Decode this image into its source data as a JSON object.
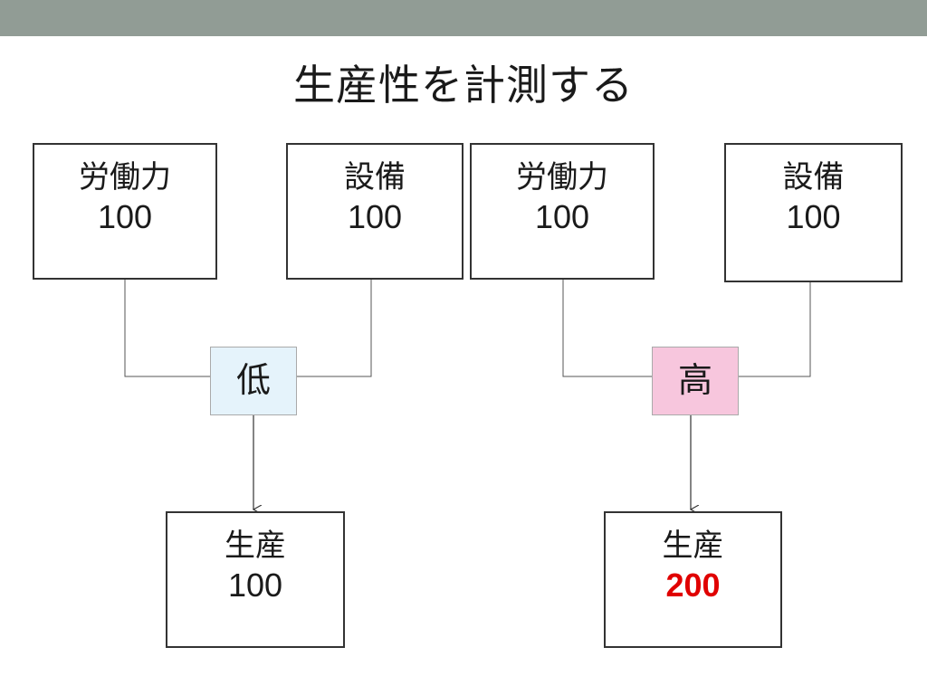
{
  "title": "生産性を計測する",
  "colors": {
    "top_bar": "#919c95",
    "low_fill": "#e5f3fb",
    "high_fill": "#f7c6dd",
    "highlight_value": "#e00000"
  },
  "left": {
    "labor": {
      "label": "労働力",
      "value": "100"
    },
    "equipment": {
      "label": "設備",
      "value": "100"
    },
    "factor": "低",
    "output": {
      "label": "生産",
      "value": "100"
    }
  },
  "right": {
    "labor": {
      "label": "労働力",
      "value": "100"
    },
    "equipment": {
      "label": "設備",
      "value": "100"
    },
    "factor": "高",
    "output": {
      "label": "生産",
      "value": "200"
    }
  }
}
